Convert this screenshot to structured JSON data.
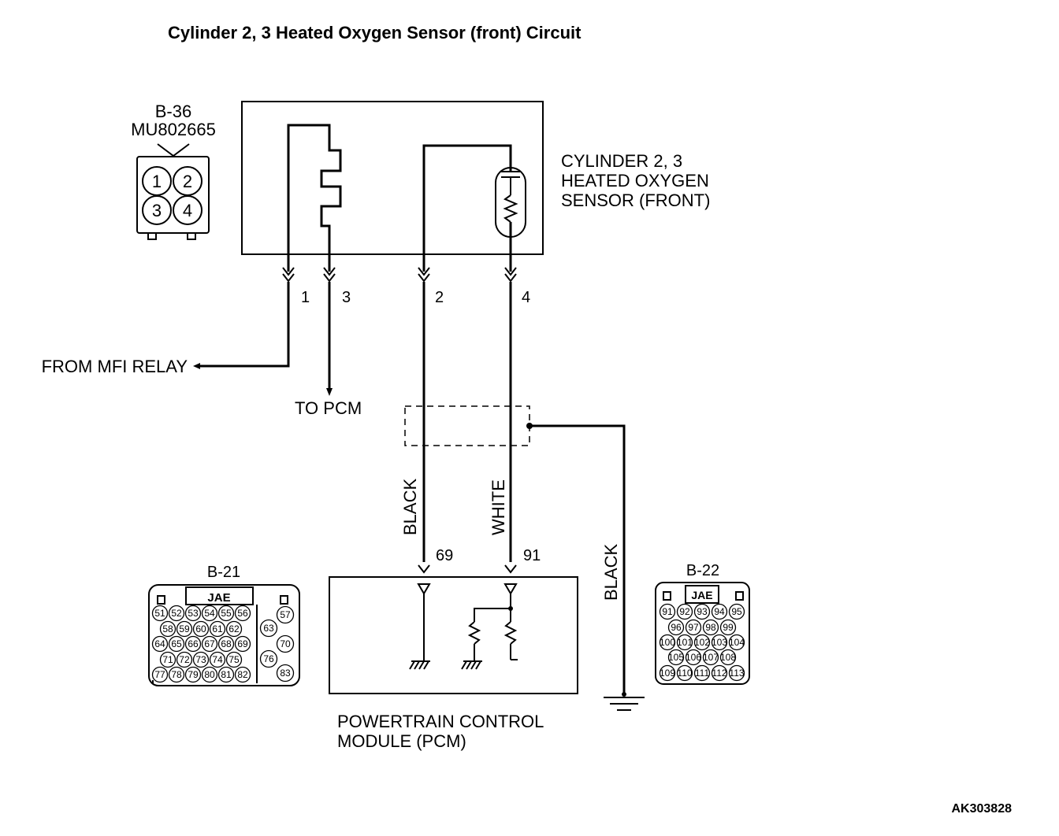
{
  "title": "Cylinder 2, 3 Heated Oxygen Sensor (front) Circuit",
  "sensor": {
    "connector_id": "B-36",
    "part_number": "MU802665",
    "connector_pins": [
      "1",
      "2",
      "3",
      "4"
    ],
    "label_lines": [
      "CYLINDER 2, 3",
      "HEATED OXYGEN",
      "SENSOR (FRONT)"
    ]
  },
  "wires": {
    "pin_1": "1",
    "pin_3": "3",
    "pin_2": "2",
    "pin_4": "4",
    "from_relay": "FROM MFI RELAY",
    "to_pcm": "TO PCM",
    "color_left": "BLACK",
    "color_right": "WHITE",
    "color_ground": "BLACK",
    "pcm_pin_left": "69",
    "pcm_pin_right": "91"
  },
  "pcm": {
    "label_lines": [
      "POWERTRAIN CONTROL",
      "MODULE (PCM)"
    ]
  },
  "connector_b21": {
    "id": "B-21",
    "brand": "JAE",
    "rows": [
      [
        "51",
        "52",
        "53",
        "54",
        "55",
        "56"
      ],
      [
        "58",
        "59",
        "60",
        "61",
        "62"
      ],
      [
        "64",
        "65",
        "66",
        "67",
        "68",
        "69"
      ],
      [
        "71",
        "72",
        "73",
        "74",
        "75"
      ],
      [
        "77",
        "78",
        "79",
        "80",
        "81",
        "82"
      ]
    ],
    "side_pins": [
      "57",
      "63",
      "70",
      "76",
      "83"
    ]
  },
  "connector_b22": {
    "id": "B-22",
    "brand": "JAE",
    "rows": [
      [
        "91",
        "92",
        "93",
        "94",
        "95"
      ],
      [
        "96",
        "97",
        "98",
        "99"
      ],
      [
        "100",
        "101",
        "102",
        "103",
        "104"
      ],
      [
        "105",
        "106",
        "107",
        "108"
      ],
      [
        "109",
        "110",
        "111",
        "112",
        "113"
      ]
    ]
  },
  "figure_code": "AK303828"
}
